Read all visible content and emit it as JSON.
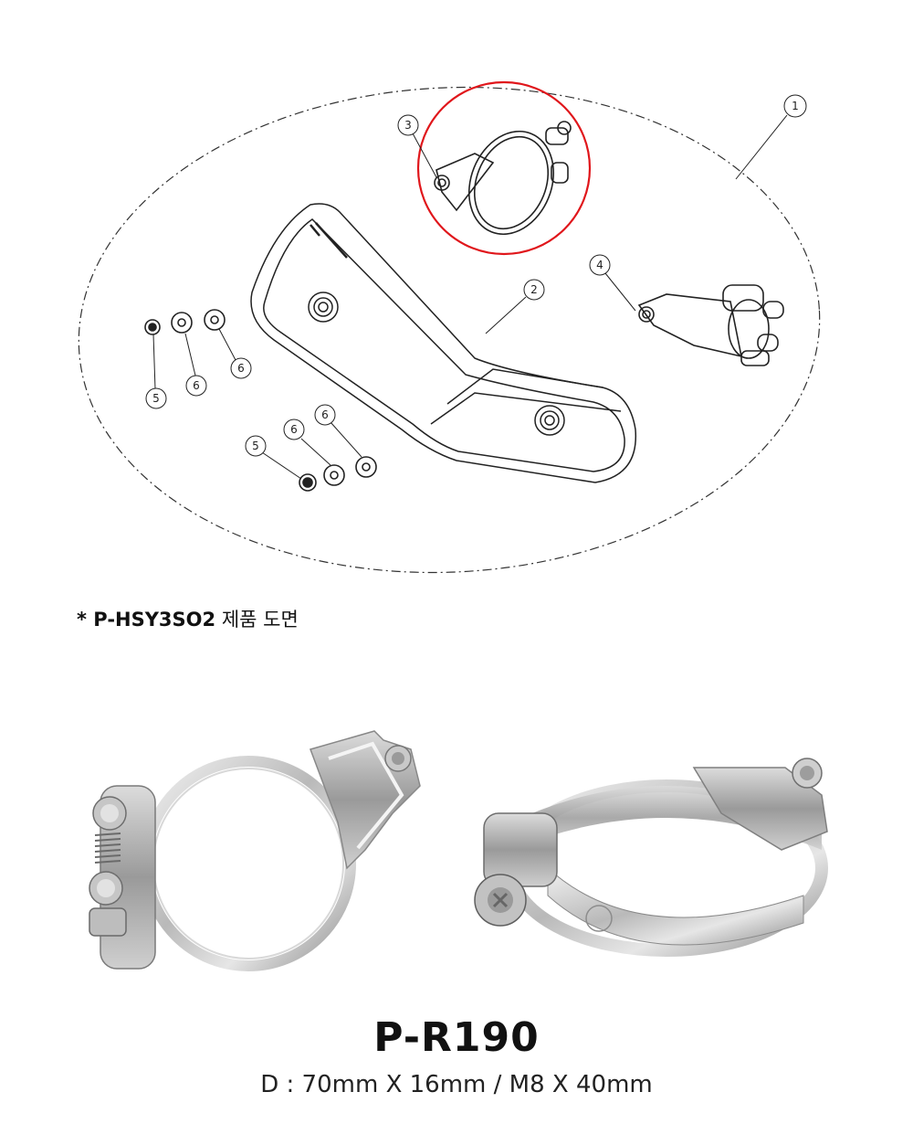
{
  "callouts": [
    "1",
    "2",
    "3",
    "4",
    "5",
    "6"
  ],
  "caption": {
    "prefix": "* P-HSY3SO2",
    "suffix": "제품 도면"
  },
  "product": {
    "model": "P-R190",
    "spec": "D : 70mm X 16mm / M8 X 40mm"
  },
  "colors": {
    "highlight": "#e0161b",
    "line": "#222222"
  }
}
